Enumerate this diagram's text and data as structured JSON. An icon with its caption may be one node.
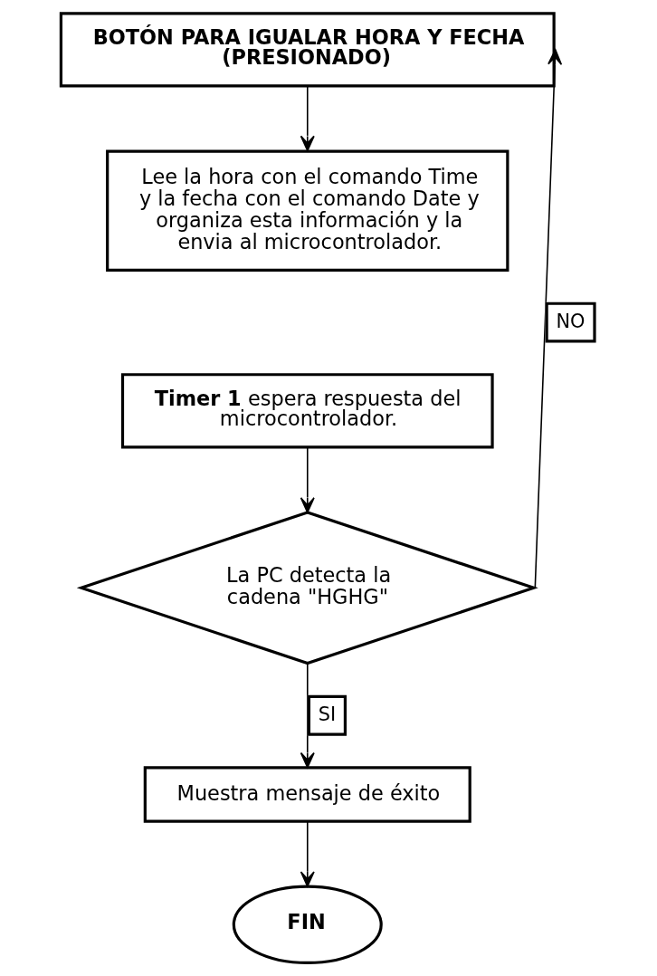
{
  "diagram": {
    "nodes": [
      {
        "text": [
          "BOTÓN PARA IGUALAR HORA Y FECHA (PRESIONADO)"
        ]
      },
      {
        "text": [
          "Lee la hora con el comando Time y la fecha con el comando Date y organiza esta información y la envia al microcontrolador."
        ]
      },
      {
        "text": [
          "**Timer 1** espera respuesta del microcontrolador."
        ]
      },
      {
        "text": [
          "La PC detecta la cadena \"HGHG\""
        ]
      },
      {
        "text": [
          "Muestra mensaje de éxito"
        ]
      },
      {
        "text": [
          "FIN"
        ]
      }
    ],
    "edges": [
      {
        "from": 0,
        "to": 1,
        "arrow": "to"
      },
      {
        "from": 2,
        "to": 3,
        "arrow": "to"
      },
      {
        "from": 3,
        "to": 4,
        "arrow": "to",
        "label": "SI"
      },
      {
        "from": 3,
        "to": 0,
        "arrow": "to",
        "label": "NO"
      },
      {
        "from": 4,
        "to": 5,
        "arrow": "to"
      }
    ]
  }
}
